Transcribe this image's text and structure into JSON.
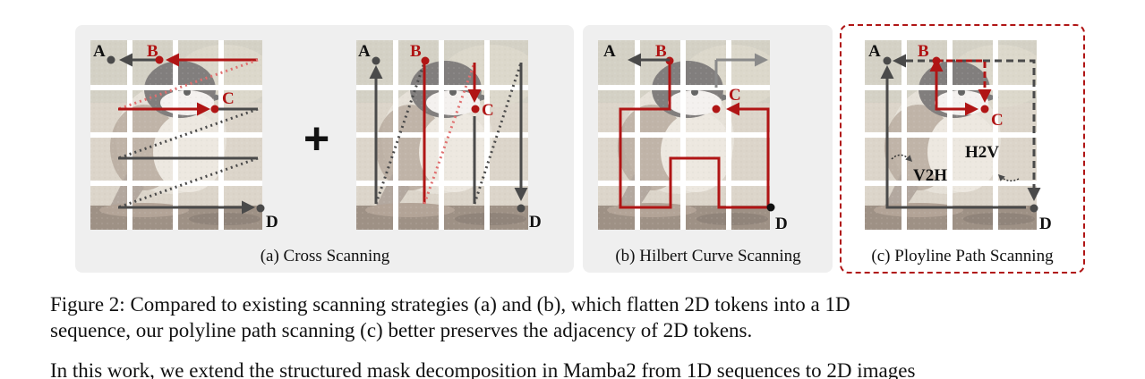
{
  "figure": {
    "panels": [
      {
        "id": "a",
        "caption": "(a) Cross Scanning"
      },
      {
        "id": "b",
        "caption": "(b) Hilbert Curve Scanning"
      },
      {
        "id": "c",
        "caption": "(c) Ployline Path Scanning"
      }
    ],
    "plus_sign": "+",
    "labels": {
      "A": "A",
      "B": "B",
      "C": "C",
      "D": "D",
      "V2H": "V2H",
      "H2V": "H2V"
    },
    "colors": {
      "accent_red": "#b01515",
      "path_gray": "#4a4a4a",
      "panel_bg": "#efefef"
    }
  },
  "caption": {
    "line1": "Figure 2: Compared to existing scanning strategies (a) and (b), which flatten 2D tokens into a 1D",
    "line2": "sequence, our polyline path scanning (c) better preserves the adjacency of 2D tokens."
  },
  "body_text_cut": "In this work, we extend the structured mask decomposition in Mamba2 from 1D sequences to 2D images"
}
